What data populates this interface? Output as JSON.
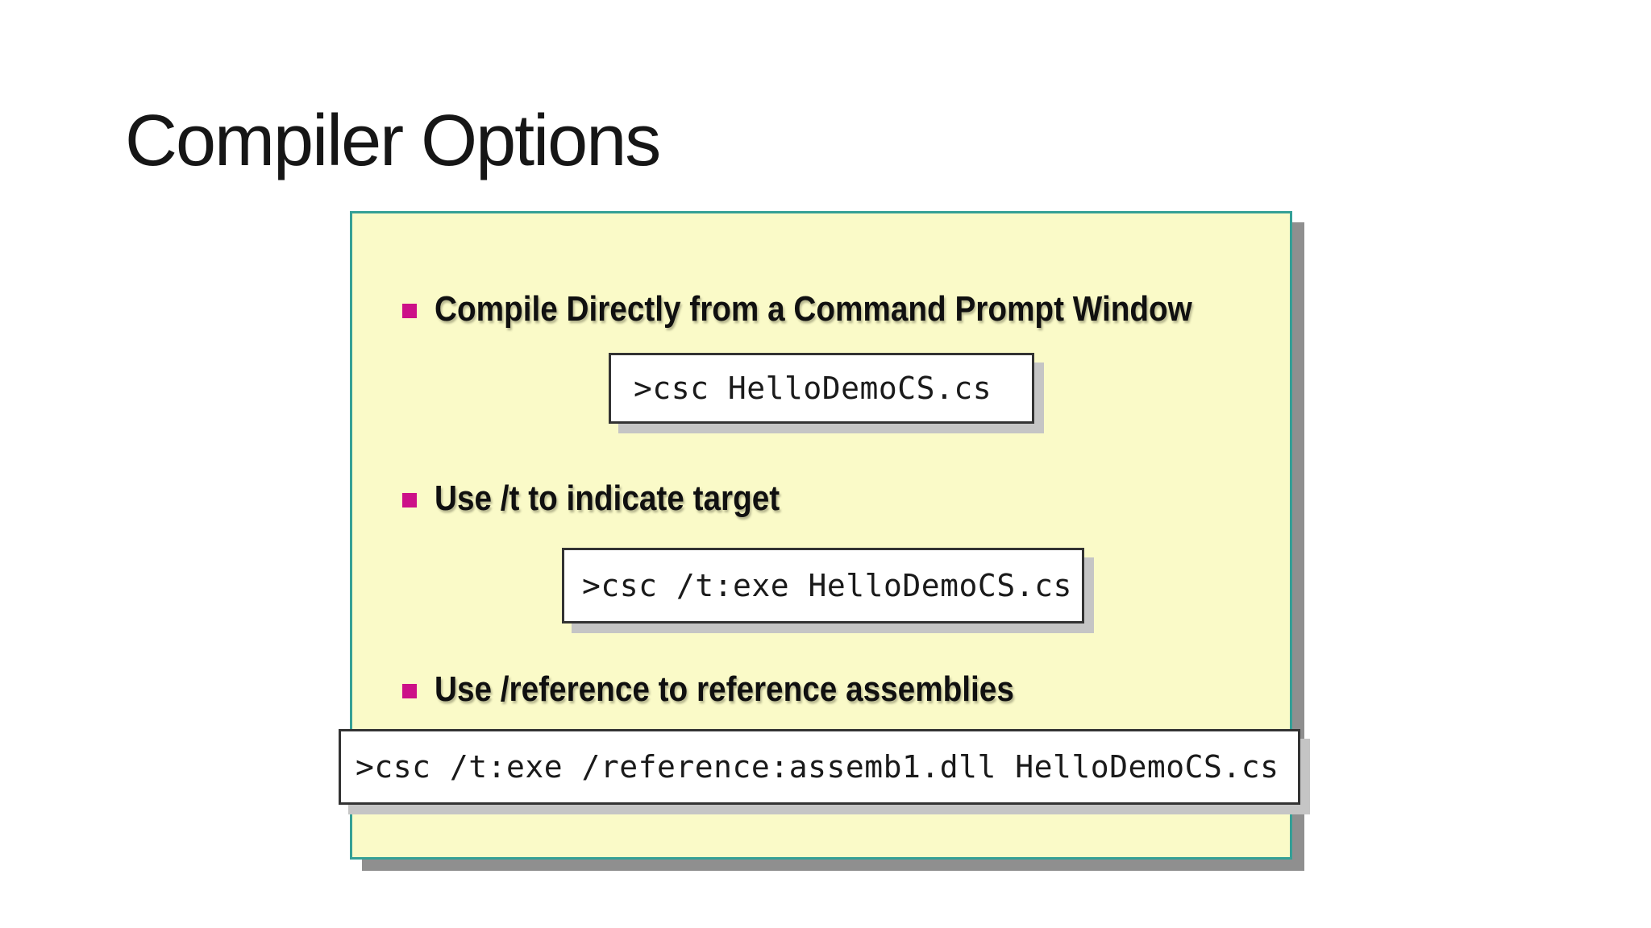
{
  "slide": {
    "title": "Compiler Options"
  },
  "panel": {
    "bullets": [
      {
        "label": "Compile Directly from a Command Prompt Window",
        "code": ">csc HelloDemoCS.cs"
      },
      {
        "label": "Use /t to indicate target",
        "code": ">csc /t:exe HelloDemoCS.cs"
      },
      {
        "label": "Use /reference to reference assemblies",
        "code": ">csc /t:exe /reference:assemb1.dll HelloDemoCS.cs"
      }
    ]
  },
  "colors": {
    "panel_bg": "#FAFAC8",
    "panel_border": "#35A096",
    "panel_shadow": "#8F8F8F",
    "bullet": "#CC1188",
    "code_border": "#333333",
    "code_shadow": "#C5C5C5"
  }
}
